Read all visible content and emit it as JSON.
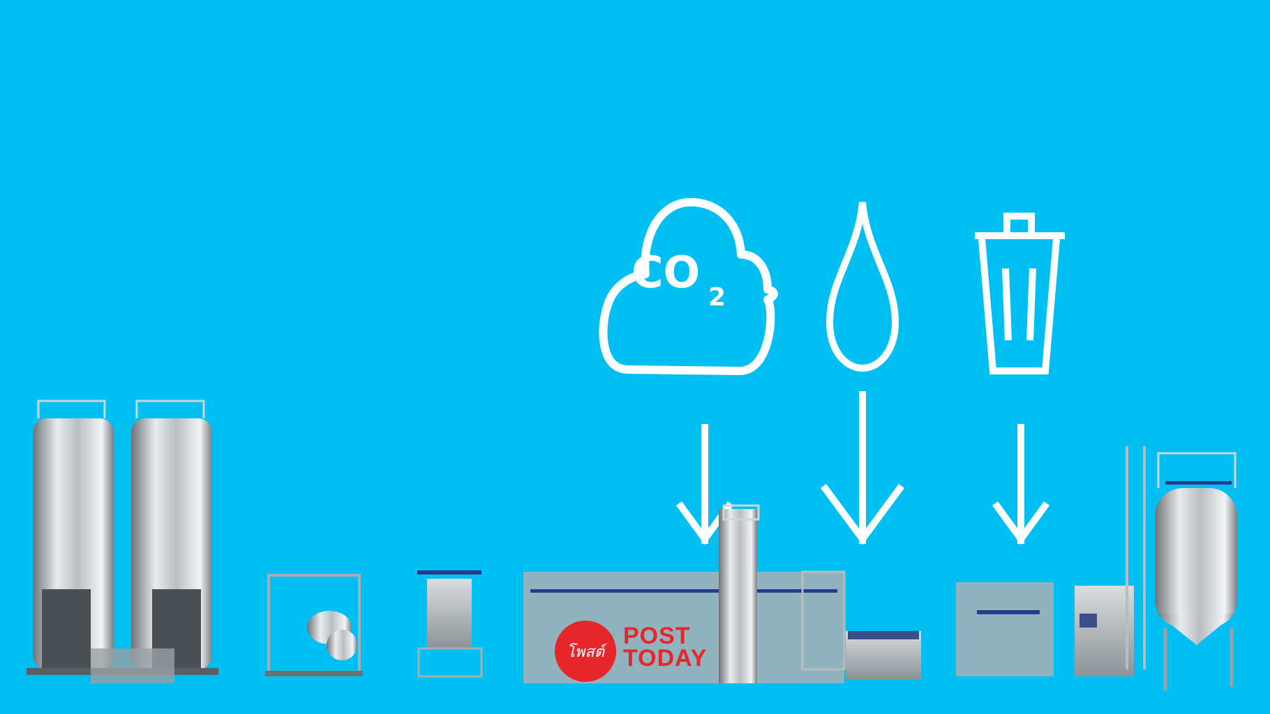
{
  "icons": {
    "cloud_label": "CO",
    "cloud_subscript": "2",
    "items": [
      "co2-cloud-icon",
      "water-drop-icon",
      "trash-bin-icon"
    ],
    "arrows": [
      "down-arrow",
      "down-arrow",
      "down-arrow"
    ]
  },
  "watermark": {
    "thai_text": "โพสต์",
    "line1": "POST",
    "line2": "TODAY",
    "color": "#e5262b"
  },
  "colors": {
    "background": "#00bff2",
    "icon": "#ffffff"
  }
}
